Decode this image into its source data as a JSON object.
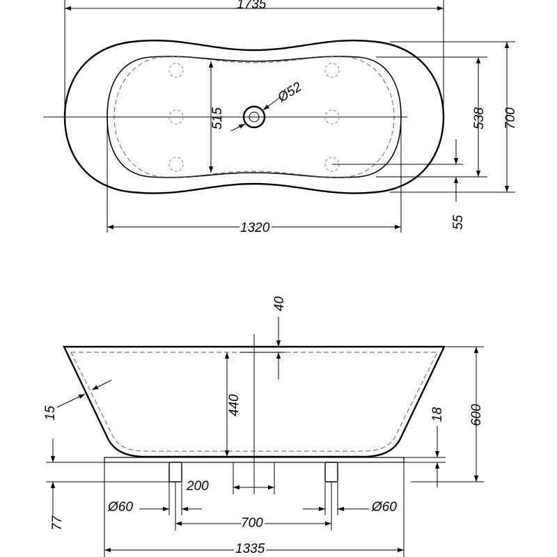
{
  "top_view": {
    "overall_length": "1735",
    "overall_width": "700",
    "inner_length": "1320",
    "inner_width": "515",
    "rim_width": "538",
    "drain_diameter": "Ø52",
    "foot_offset": "55"
  },
  "side_view": {
    "rim_thickness": "40",
    "interior_depth": "440",
    "wall_thickness": "15",
    "overall_height": "600",
    "base_gap": "18",
    "foot_height": "77",
    "foot_spacing_center": "200",
    "foot_diameter_left": "Ø60",
    "foot_diameter_right": "Ø60",
    "foot_spacing": "700",
    "base_length": "1335"
  }
}
